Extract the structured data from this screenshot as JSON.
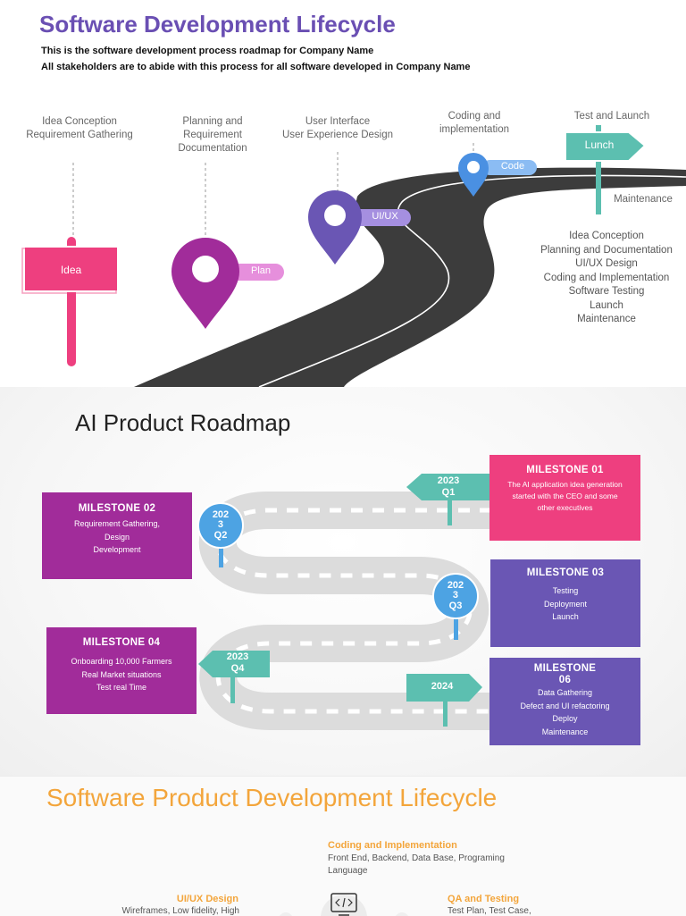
{
  "section1": {
    "title": "Software Development Lifecycle",
    "subtitle_line1": "This is the software development process roadmap for Company Name",
    "subtitle_line2": "All stakeholders are to abide with this process for all software developed in Company Name",
    "stages": [
      {
        "lines": [
          "Idea Conception",
          "Requirement Gathering"
        ]
      },
      {
        "lines": [
          "Planning and",
          "Requirement",
          "Documentation"
        ]
      },
      {
        "lines": [
          "User Interface",
          "User Experience Design"
        ]
      },
      {
        "lines": [
          "Coding and",
          "implementation"
        ]
      },
      {
        "lines": [
          "Test and Launch"
        ]
      }
    ],
    "tags": {
      "idea": "Idea",
      "plan": "Plan",
      "uiux": "UI/UX",
      "code": "Code",
      "launch": "Lunch",
      "maintenance": "Maintenance"
    },
    "summary_list": [
      "Idea Conception",
      "Planning and Documentation",
      "UI/UX Design",
      "Coding and Implementation",
      "Software Testing",
      "Launch",
      "Maintenance"
    ],
    "colors": {
      "title": "#6a4fb3",
      "idea": "#ee3f7f",
      "plan": "#a12c9a",
      "uiux": "#6a56b4",
      "code": "#4a90e2",
      "launch": "#5cbfb0",
      "road": "#3c3c3c"
    }
  },
  "section2": {
    "title": "AI Product Roadmap",
    "milestones": [
      {
        "title": "MILESTONE 01",
        "lines": [
          "The AI application idea generation",
          "started with the CEO and some",
          "other executives"
        ]
      },
      {
        "title": "MILESTONE 02",
        "lines": [
          "Requirement Gathering,",
          "Design",
          "Development"
        ]
      },
      {
        "title": "MILESTONE 03",
        "lines": [
          "Testing",
          "Deployment",
          "Launch"
        ]
      },
      {
        "title": "MILESTONE 04",
        "lines": [
          "Onboarding 10,000 Farmers",
          "Real Market situations",
          "Test real Time"
        ]
      },
      {
        "title": "MILESTONE",
        "title_line2": "06",
        "lines": [
          "Data Gathering",
          "Defect and UI refactoring",
          "Deploy",
          "Maintenance"
        ]
      }
    ],
    "markers": [
      {
        "lines": [
          "2023",
          "Q1"
        ]
      },
      {
        "lines": [
          "202",
          "3",
          "Q2"
        ]
      },
      {
        "lines": [
          "202",
          "3",
          "Q3"
        ]
      },
      {
        "lines": [
          "2023",
          "Q4"
        ]
      },
      {
        "lines": [
          "2024"
        ]
      }
    ],
    "colors": {
      "pink": "#ee3f7f",
      "magenta": "#a12c9a",
      "purple": "#6a56b4",
      "teal": "#5cbfb0",
      "blue": "#4da3e3",
      "road": "#dcdcdc"
    }
  },
  "section3": {
    "title": "Software Product Development Lifecycle",
    "phases": [
      {
        "title": "Coding and Implementation",
        "desc": "Front End, Backend, Data Base, Programing Language"
      },
      {
        "title": "UI/UX Design",
        "desc": "Wireframes, Low fidelity, High"
      },
      {
        "title": "QA and Testing",
        "desc": "Test Plan, Test Case,"
      }
    ],
    "icon": "code-monitor-icon",
    "colors": {
      "title": "#f3a53b"
    }
  }
}
